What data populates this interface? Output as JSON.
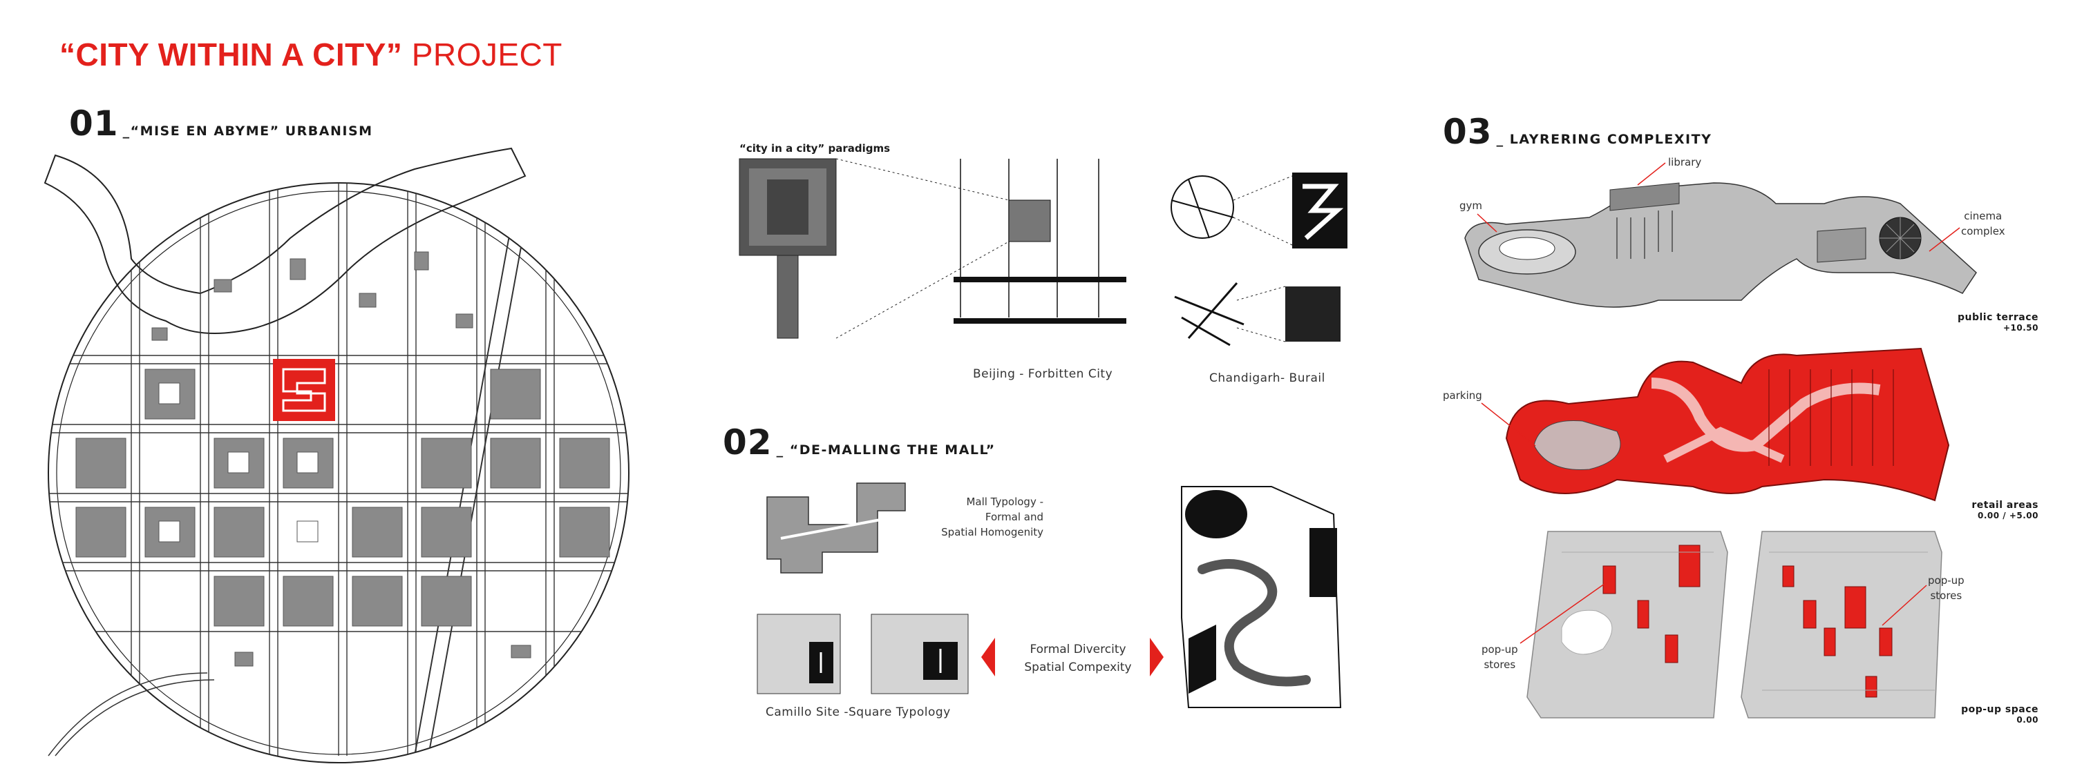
{
  "title": {
    "bold": "“CITY WITHIN A CITY”",
    "light": "PROJECT"
  },
  "sections": [
    {
      "num": "01",
      "label": "_“MISE EN ABYME” URBANISM"
    },
    {
      "num": "02",
      "label": "_ “DE-MALLING THE MALL”"
    },
    {
      "num": "03",
      "label": "_ LAYRERING COMPLEXITY"
    }
  ],
  "paradigms": {
    "heading": "“city in a city” paradigms",
    "beijing": "Beijing - Forbitten City",
    "chandigarh": "Chandigarh- Burail"
  },
  "demalling": {
    "mall_lines": [
      "Mall Typology -",
      "Formal and",
      "Spatial Homogenity"
    ],
    "camillo": "Camillo Site -Square Typology",
    "formal_lines": [
      "Formal Divercity",
      "Spatial Compexity"
    ]
  },
  "layers": {
    "labels": {
      "library": "library",
      "gym": "gym",
      "cinema": [
        "cinema",
        "complex"
      ],
      "parking": "parking",
      "popup_left": [
        "pop-up",
        "stores"
      ],
      "popup_right": [
        "pop-up",
        "stores"
      ]
    },
    "levels": [
      {
        "name": "public terrace",
        "elev": "+10.50"
      },
      {
        "name": "retail areas",
        "elev": "0.00 / +5.00"
      },
      {
        "name": "pop-up space",
        "elev": "0.00"
      }
    ]
  },
  "colors": {
    "accent": "#e3211c",
    "grey": "#8a8a8a",
    "light_grey": "#cfcfcf"
  }
}
